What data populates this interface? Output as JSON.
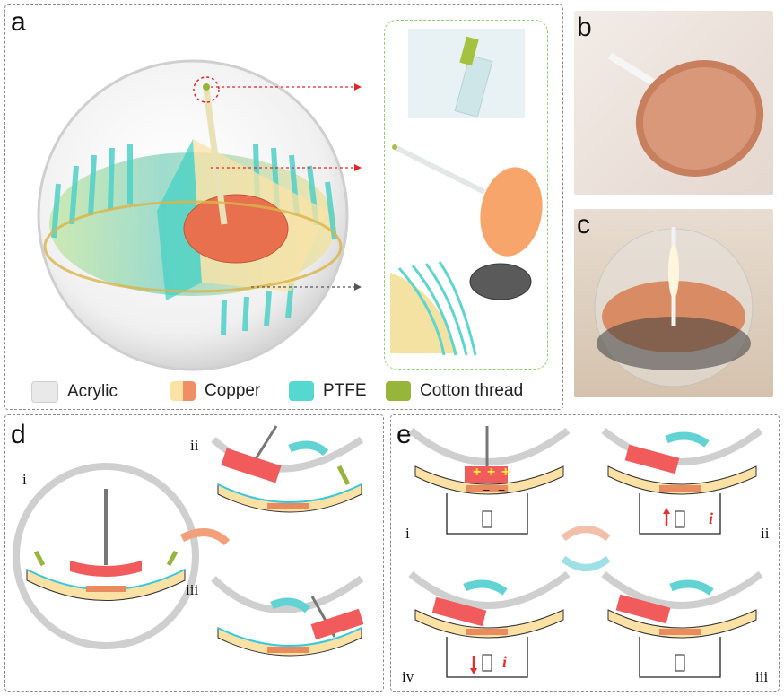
{
  "panels": {
    "a": "a",
    "b": "b",
    "c": "c",
    "d": "d",
    "e": "e"
  },
  "legend": [
    {
      "label": "Acrylic",
      "colors": [
        "#e9e9e9"
      ]
    },
    {
      "label": "Copper",
      "colors": [
        "#fbe1a3",
        "#f08f66"
      ]
    },
    {
      "label": "PTFE",
      "colors": [
        "#55d8d0"
      ]
    },
    {
      "label": "Cotton thread",
      "colors": [
        "#97b53a"
      ]
    }
  ],
  "d_steps": {
    "i": "i",
    "ii": "ii",
    "iii": "iii"
  },
  "e_steps": {
    "i": "i",
    "ii": "ii",
    "iii": "iii",
    "iv": "iv"
  },
  "current_symbol": "i",
  "charge_plus": "+",
  "charge_minus": "−",
  "colors": {
    "copper_light": "#fbe1a3",
    "copper_dark": "#e98a5f",
    "ptfe": "#55d8d0",
    "cotton": "#97b53a",
    "acrylic": "#d9d9d9",
    "charged_pad": "#f25b5b",
    "arrow_cyan": "#62d3d3",
    "arrow_red": "#e53030"
  }
}
